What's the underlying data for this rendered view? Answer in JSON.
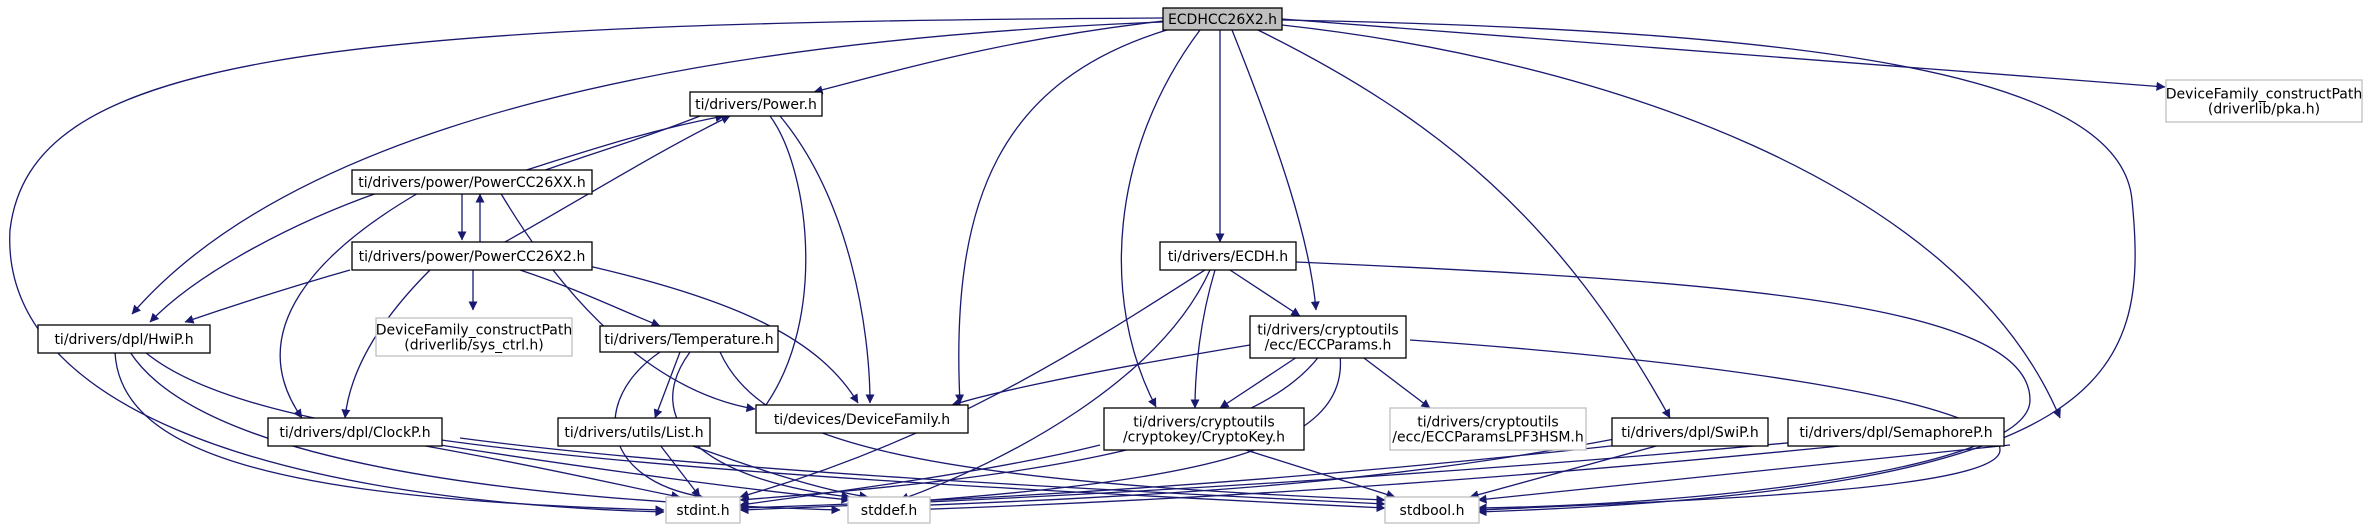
{
  "colors": {
    "edge": "#191970",
    "node_border": "#000000",
    "external_border": "#bfbfbf",
    "root_fill": "#bfbfbf",
    "node_fill": "#ffffff"
  },
  "nodes": {
    "root": {
      "lines": [
        "ECDHCC26X2.h"
      ]
    },
    "power": {
      "lines": [
        "ti/drivers/Power.h"
      ]
    },
    "powercc26xx": {
      "lines": [
        "ti/drivers/power/PowerCC26XX.h"
      ]
    },
    "powercc26x2": {
      "lines": [
        "ti/drivers/power/PowerCC26X2.h"
      ]
    },
    "hwip": {
      "lines": [
        "ti/drivers/dpl/HwiP.h"
      ]
    },
    "dfc_sysctrl": {
      "lines": [
        "DeviceFamily_constructPath",
        "(driverlib/sys_ctrl.h)"
      ]
    },
    "temperature": {
      "lines": [
        "ti/drivers/Temperature.h"
      ]
    },
    "clockp": {
      "lines": [
        "ti/drivers/dpl/ClockP.h"
      ]
    },
    "list": {
      "lines": [
        "ti/drivers/utils/List.h"
      ]
    },
    "devicefamily": {
      "lines": [
        "ti/devices/DeviceFamily.h"
      ]
    },
    "ecdh": {
      "lines": [
        "ti/drivers/ECDH.h"
      ]
    },
    "eccparams": {
      "lines": [
        "ti/drivers/cryptoutils",
        "/ecc/ECCParams.h"
      ]
    },
    "cryptokey": {
      "lines": [
        "ti/drivers/cryptoutils",
        "/cryptokey/CryptoKey.h"
      ]
    },
    "ecclpf": {
      "lines": [
        "ti/drivers/cryptoutils",
        "/ecc/ECCParamsLPF3HSM.h"
      ]
    },
    "swip": {
      "lines": [
        "ti/drivers/dpl/SwiP.h"
      ]
    },
    "semaphorep": {
      "lines": [
        "ti/drivers/dpl/SemaphoreP.h"
      ]
    },
    "dfc_pka": {
      "lines": [
        "DeviceFamily_constructPath",
        "(driverlib/pka.h)"
      ]
    },
    "stdint": {
      "lines": [
        "stdint.h"
      ]
    },
    "stddef": {
      "lines": [
        "stddef.h"
      ]
    },
    "stdbool": {
      "lines": [
        "stdbool.h"
      ]
    }
  }
}
